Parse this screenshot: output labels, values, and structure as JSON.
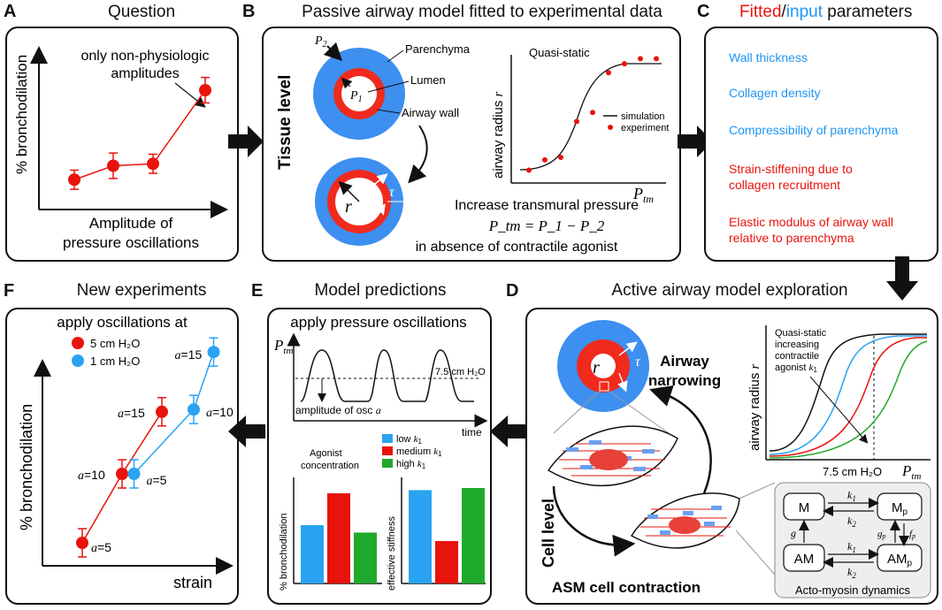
{
  "colors": {
    "red": "#e8130c",
    "blue": "#29a3f2",
    "green": "#1faa2b",
    "lumen_red": "#f02a1d",
    "outer_blue": "#3d8ff0",
    "box_gray": "#eeeeee"
  },
  "panel_a": {
    "letter": "A",
    "title": "Question",
    "ylabel": "% bronchodilation",
    "xlabel_1": "Amplitude of",
    "xlabel_2": "pressure oscillations",
    "annotation_1": "only non-physiologic",
    "annotation_2": "amplitudes"
  },
  "panel_b": {
    "letter": "B",
    "title": "Passive airway model fitted to experimental data",
    "level_label": "Tissue level",
    "p2": "P",
    "p2_sub": "2",
    "p1": "P",
    "p1_sub": "1",
    "parenchyma": "Parenchyma",
    "lumen": "Lumen",
    "airway_wall": "Airway wall",
    "r": "r",
    "tau": "τ",
    "chart_title": "Quasi-static",
    "ylabel": "airway radius",
    "ylabel_var": "r",
    "xlabel_var": "P",
    "xlabel_sub": "tm",
    "legend_sim": "simulation",
    "legend_exp": "experiment",
    "caption_1": "Increase transmural pressure",
    "equation": "P_tm = P_1 − P_2",
    "caption_2": "in absence of contractile agonist"
  },
  "panel_c": {
    "letter": "C",
    "title_fitted": "Fitted",
    "title_slash": "/",
    "title_input": "input",
    "title_rest": " parameters",
    "params": [
      {
        "text": "Wall thickness",
        "kind": "input"
      },
      {
        "text": "Collagen density",
        "kind": "input"
      },
      {
        "text": "Compressibility of parenchyma",
        "kind": "input"
      },
      {
        "text_1": "Strain-stiffening due to",
        "text_2": "collagen recruitment",
        "kind": "fitted"
      },
      {
        "text_1": "Elastic modulus of airway wall",
        "text_2": "relative to parenchyma",
        "kind": "fitted"
      }
    ]
  },
  "panel_d": {
    "letter": "D",
    "title": "Active airway model exploration",
    "airway_narrowing_1": "Airway",
    "airway_narrowing_2": "narrowing",
    "cell_level": "Cell level",
    "asm": "ASM cell contraction",
    "chart_label_1": "Quasi-static",
    "chart_label_2": "increasing",
    "chart_label_3": "contractile",
    "chart_label_4": "agonist",
    "chart_label_var": "k",
    "chart_label_sub": "1",
    "ylabel": "airway radius",
    "ylabel_var": "r",
    "xtick": "7.5 cm H₂O",
    "xvar": "P",
    "xsub": "tm",
    "am_title": "Acto-myosin dynamics",
    "states": [
      "M",
      "M",
      "AM",
      "AM"
    ],
    "state_subs": [
      "",
      "p",
      "",
      "p"
    ],
    "k1": "k",
    "k1_sub": "1",
    "k2": "k",
    "k2_sub": "2",
    "g": "g",
    "gp": "g",
    "gp_sub": "p",
    "fp": "f",
    "fp_sub": "p",
    "r": "r",
    "tau": "τ"
  },
  "panel_e": {
    "letter": "E",
    "title": "Model predictions",
    "sub_title": "apply pressure oscillations",
    "yvar": "P",
    "ysub": "tm",
    "level": "7.5 cm H₂O",
    "amp_label": "amplitude of osc",
    "amp_var": "a",
    "xlabel": "time",
    "agonist_1": "Agonist",
    "agonist_2": "concentration",
    "legend": [
      {
        "name": "low",
        "color": "#29a3f2"
      },
      {
        "name": "medium",
        "color": "#e8130c"
      },
      {
        "name": "high",
        "color": "#1faa2b"
      }
    ],
    "legend_var": "k",
    "legend_sub": "1",
    "bar1_ylabel": "% bronchodilation",
    "bar2_ylabel": "effective stiffness"
  },
  "panel_f": {
    "letter": "F",
    "title": "New experiments",
    "sub_title": "apply oscillations at",
    "legend_red": "5 cm H₂O",
    "legend_blue": "1 cm H₂O",
    "ylabel": "% bronchodilation",
    "xlabel": "strain",
    "labels": [
      {
        "var": "a",
        "val": "=5"
      },
      {
        "var": "a",
        "val": "=10"
      },
      {
        "var": "a",
        "val": "=15"
      },
      {
        "var": "a",
        "val": "=5"
      },
      {
        "var": "a",
        "val": "=10"
      },
      {
        "var": "a",
        "val": "=15"
      }
    ]
  },
  "chart_data": [
    {
      "type": "line",
      "title": "Question",
      "xlabel": "Amplitude of pressure oscillations",
      "ylabel": "% bronchodilation",
      "series": [
        {
          "values": [
            0.15,
            0.22,
            0.23,
            0.6
          ],
          "err": [
            0.06,
            0.08,
            0.06,
            0.08
          ]
        }
      ]
    },
    {
      "type": "scatter",
      "title": "Quasi-static",
      "xlabel": "P_tm",
      "ylabel": "airway radius r",
      "series": [
        {
          "name": "simulation",
          "type": "line"
        },
        {
          "name": "experiment",
          "x": [
            1,
            2,
            3,
            4,
            5,
            6,
            7,
            8,
            9
          ],
          "y": [
            0.1,
            0.18,
            0.2,
            0.48,
            0.55,
            0.86,
            0.93,
            0.97,
            0.97
          ]
        }
      ]
    },
    {
      "type": "bar",
      "title": "% bronchodilation",
      "categories": [
        "low k1",
        "medium k1",
        "high k1"
      ],
      "values": [
        0.55,
        0.85,
        0.48
      ]
    },
    {
      "type": "bar",
      "title": "effective stiffness",
      "categories": [
        "low k1",
        "medium k1",
        "high k1"
      ],
      "values": [
        0.88,
        0.4,
        0.9
      ]
    },
    {
      "type": "line",
      "title": "New experiments",
      "xlabel": "strain",
      "ylabel": "% bronchodilation",
      "series": [
        {
          "name": "5 cm H₂O",
          "points": [
            {
              "a": 5,
              "x": 1.0,
              "y": 0.1
            },
            {
              "a": 10,
              "x": 2.0,
              "y": 0.4
            },
            {
              "a": 15,
              "x": 3.0,
              "y": 0.67
            }
          ]
        },
        {
          "name": "1 cm H₂O",
          "points": [
            {
              "a": 5,
              "x": 2.3,
              "y": 0.4
            },
            {
              "a": 10,
              "x": 3.8,
              "y": 0.68
            },
            {
              "a": 15,
              "x": 4.3,
              "y": 0.93
            }
          ]
        }
      ]
    }
  ]
}
